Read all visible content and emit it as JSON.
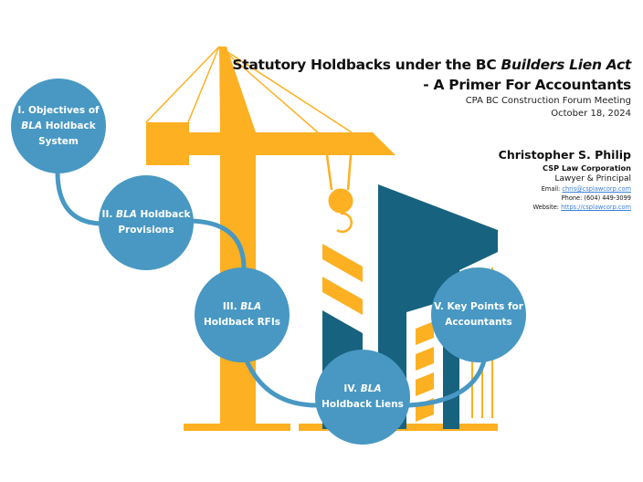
{
  "title": {
    "line1_prefix": "Statutory Holdbacks under the BC ",
    "line1_italic": "Builders Lien Act",
    "line2": "- A Primer For Accountants"
  },
  "subtitle": {
    "event": "CPA BC Construction Forum Meeting",
    "date": "October 18, 2024"
  },
  "author": {
    "name": "Christopher S. Philip",
    "corporation": "CSP Law Corporation",
    "role": "Lawyer & Principal",
    "email_label": "Email: ",
    "email": "chris@csplawcorp.com",
    "phone": "Phone: (604) 449-3099",
    "website_label": "Website: ",
    "website": "https://csplawcorp.com"
  },
  "nodes": [
    {
      "prefix": "I. Objectives of",
      "italic": "BLA",
      "rest": " Holdback",
      "line3": "System"
    },
    {
      "prefix": "II. ",
      "italic": "BLA",
      "rest": " Holdback",
      "line2": "Provisions"
    },
    {
      "prefix": "III. ",
      "italic": "BLA",
      "line2": "Holdback RFIs"
    },
    {
      "prefix": "IV. ",
      "italic": "BLA",
      "line2": "Holdback Liens"
    },
    {
      "line1": "V. Key Points for",
      "line2": "Accountants"
    }
  ],
  "colors": {
    "crane": "#fdb022",
    "building": "#17627f",
    "node": "#4898c3"
  }
}
